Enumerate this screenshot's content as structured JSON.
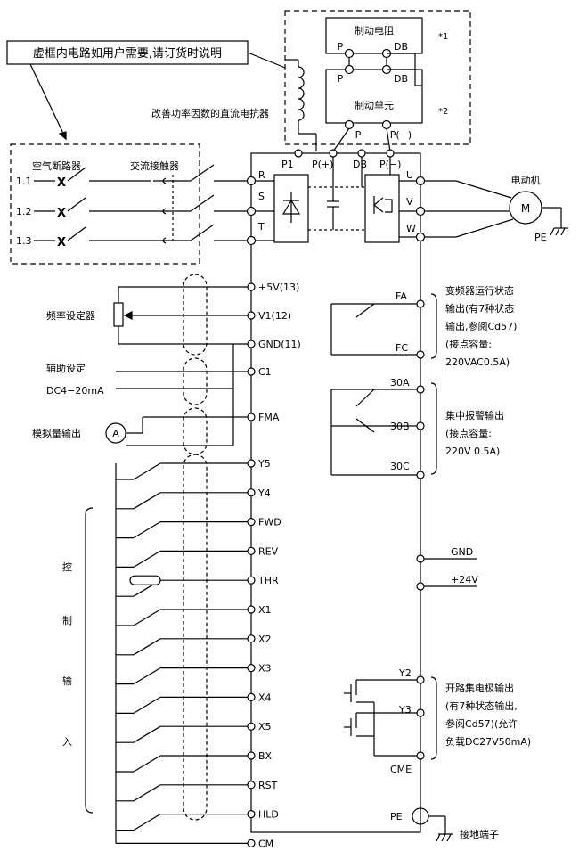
{
  "note": "虚框内电路如用户需要,请订货时说明",
  "brake": {
    "resistor": "制动电阻",
    "unit": "制动单元",
    "P": "P",
    "DB": "DB",
    "Pminus": "P(−)",
    "mark1": "*1",
    "mark2": "*2"
  },
  "reactor_label": "改善功率因数的直流电抗器",
  "breaker_label": "空气断路器",
  "contactor_label": "交流接触器",
  "line_labels": [
    "1.1",
    "1.2",
    "1.3"
  ],
  "x_mark": "X",
  "inverter": {
    "P1": "P1",
    "Pplus": "P(+)",
    "DB": "DB",
    "Pminus": "P(−)",
    "R": "R",
    "S": "S",
    "T": "T",
    "U": "U",
    "V": "V",
    "W": "W"
  },
  "motor": {
    "label": "电动机",
    "symbol": "M",
    "pe": "PE"
  },
  "analog": {
    "p5v": "+5V(13)",
    "v1": "V1(12)",
    "gnd": "GND(11)",
    "c1": "C1",
    "fma": "FMA",
    "freq_setter": "频率设定器",
    "aux_set": "辅助设定",
    "aux_range": "DC4−20mA",
    "analog_out": "模拟量输出",
    "meter": "A"
  },
  "inputs": [
    "Y5",
    "Y4",
    "FWD",
    "REV",
    "THR",
    "X1",
    "X2",
    "X3",
    "X4",
    "X5",
    "BX",
    "RST",
    "HLD",
    "CM"
  ],
  "control_input_label": [
    "控",
    "制",
    "输",
    "入"
  ],
  "outputs": {
    "FA": "FA",
    "FC": "FC",
    "A30": "30A",
    "B30": "30B",
    "C30": "30C",
    "GND": "GND",
    "P24": "+24V",
    "Y2": "Y2",
    "Y3": "Y3",
    "CME": "CME",
    "PE": "PE"
  },
  "run_status_lines": [
    "变频器运行状态",
    "输出(有7种状态",
    "输出,参阅Cd57)",
    "(接点容量:",
    "220VAC0.5A)"
  ],
  "alarm_lines": [
    "集中报警输出",
    "(接点容量:",
    "220V 0.5A)"
  ],
  "oc_lines": [
    "开路集电极输出",
    "(有7种状态输出,",
    "参阅Cd57)(允许",
    "负载DC27V50mA)"
  ],
  "ground_terminal": "接地端子"
}
